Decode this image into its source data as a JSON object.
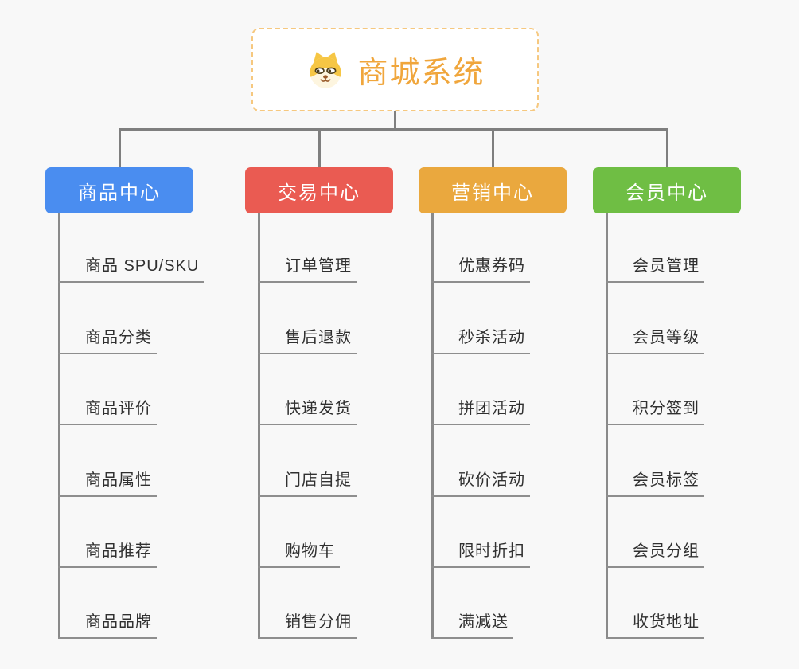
{
  "root": {
    "title": "商城系统",
    "icon": "shiba-dog-icon"
  },
  "branches": [
    {
      "label": "商品中心",
      "color": "#4a8df0",
      "items": [
        "商品 SPU/SKU",
        "商品分类",
        "商品评价",
        "商品属性",
        "商品推荐",
        "商品品牌"
      ]
    },
    {
      "label": "交易中心",
      "color": "#ea5b52",
      "items": [
        "订单管理",
        "售后退款",
        "快递发货",
        "门店自提",
        "购物车",
        "销售分佣"
      ]
    },
    {
      "label": "营销中心",
      "color": "#eaa83e",
      "items": [
        "优惠券码",
        "秒杀活动",
        "拼团活动",
        "砍价活动",
        "限时折扣",
        "满减送"
      ]
    },
    {
      "label": "会员中心",
      "color": "#6fbe44",
      "items": [
        "会员管理",
        "会员等级",
        "积分签到",
        "会员标签",
        "会员分组",
        "收货地址"
      ]
    }
  ],
  "colors": {
    "background": "#f8f8f8",
    "connector": "#7f7f7f",
    "leaf_underline": "#8e8e8e",
    "root_border": "#f6c87f",
    "root_title": "#f0a63c",
    "leaf_text": "#303030"
  }
}
